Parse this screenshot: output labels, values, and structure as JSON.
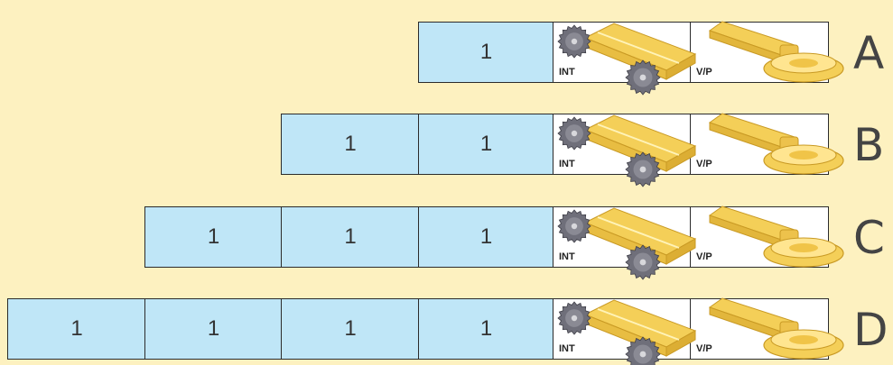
{
  "diagram": {
    "rows": [
      {
        "letter": "A",
        "segments": [
          "1"
        ],
        "int_label": "INT",
        "vp_label": "V/P"
      },
      {
        "letter": "B",
        "segments": [
          "1",
          "1"
        ],
        "int_label": "INT",
        "vp_label": "V/P"
      },
      {
        "letter": "C",
        "segments": [
          "1",
          "1",
          "1"
        ],
        "int_label": "INT",
        "vp_label": "V/P"
      },
      {
        "letter": "D",
        "segments": [
          "1",
          "1",
          "1",
          "1"
        ],
        "int_label": "INT",
        "vp_label": "V/P"
      }
    ]
  },
  "colors": {
    "background": "#fdf1c0",
    "segment_fill": "#bfe6f7",
    "cell_border": "#2b2b2b",
    "gold": "#f4cf58",
    "saw_blade": "#6f6f7a"
  },
  "icons": [
    "saw-blade-icon",
    "conveyor-belt-icon",
    "vp-machine-icon"
  ]
}
